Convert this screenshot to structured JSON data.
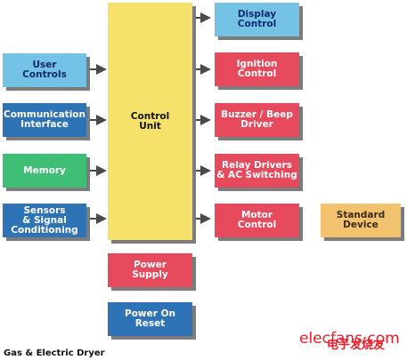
{
  "diagram": {
    "blocks": {
      "display_control": {
        "label": "Display\nControl"
      },
      "user_controls": {
        "label": "User\nControls"
      },
      "ignition_control": {
        "label": "Ignition\nControl"
      },
      "communication_interface": {
        "label": "Communication\nInterface"
      },
      "control_unit": {
        "label": "Control\nUnit"
      },
      "buzzer_beep_driver": {
        "label": "Buzzer / Beep\nDriver"
      },
      "memory": {
        "label": "Memory"
      },
      "relay_drivers": {
        "label": "Relay Drivers\n& AC Switching"
      },
      "sensors_signal_conditioning": {
        "label": "Sensors\n& Signal\nConditioning"
      },
      "motor_control": {
        "label": "Motor\nControl"
      },
      "standard_device": {
        "label": "Standard\nDevice"
      },
      "power_supply": {
        "label": "Power\nSupply"
      },
      "power_on_reset": {
        "label": "Power On\nReset"
      }
    },
    "footer": "Gas & Electric Dryer",
    "brand": {
      "text": "elecfans·com",
      "cn": "电子发烧友"
    }
  },
  "colors": {
    "light_blue": "#74c3e6",
    "dark_blue": "#2f73b7",
    "green": "#3fbf76",
    "red": "#e74a5c",
    "orange": "#f3c26f",
    "yellow": "#f6e26b",
    "shadow": "#7c7c7c",
    "arrow": "#4a4a4a"
  }
}
